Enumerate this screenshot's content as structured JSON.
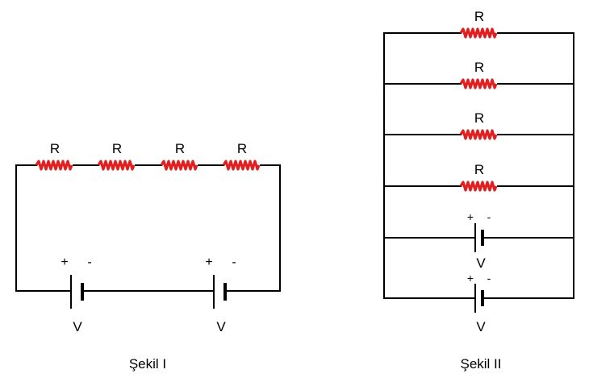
{
  "colors": {
    "wire": "#000000",
    "resistor": "#e02020",
    "background": "#ffffff"
  },
  "figure1": {
    "caption": "Şekil I",
    "resistors": [
      {
        "label": "R"
      },
      {
        "label": "R"
      },
      {
        "label": "R"
      },
      {
        "label": "R"
      }
    ],
    "batteries": [
      {
        "label": "V",
        "plus": "+",
        "minus": "-"
      },
      {
        "label": "V",
        "plus": "+",
        "minus": "-"
      }
    ]
  },
  "figure2": {
    "caption": "Şekil II",
    "resistors": [
      {
        "label": "R"
      },
      {
        "label": "R"
      },
      {
        "label": "R"
      },
      {
        "label": "R"
      }
    ],
    "batteries": [
      {
        "label": "V",
        "plus": "+",
        "minus": "-"
      },
      {
        "label": "V",
        "plus": "+",
        "minus": "-"
      }
    ]
  }
}
